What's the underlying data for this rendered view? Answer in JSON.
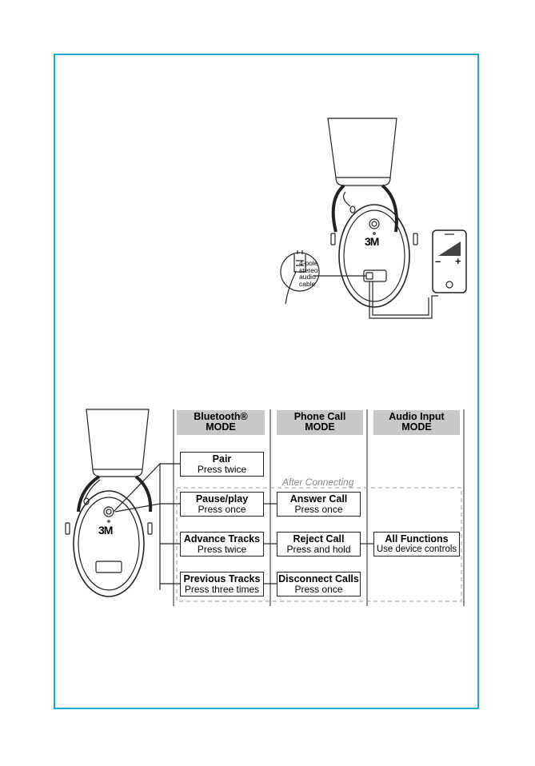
{
  "top_illustration": {
    "cable_label": [
      "4-pole",
      "stereo",
      "audio",
      "cable"
    ],
    "device_controls": {
      "minus": "–",
      "plus": "+"
    }
  },
  "modes": [
    {
      "title": "Bluetooth®",
      "subtitle": "MODE"
    },
    {
      "title": "Phone Call",
      "subtitle": "MODE"
    },
    {
      "title": "Audio Input",
      "subtitle": "MODE"
    }
  ],
  "after_connecting_label": "After Connecting",
  "bluetooth": [
    {
      "action": "Pair",
      "press": "Press twice"
    },
    {
      "action": "Pause/play",
      "press": "Press once"
    },
    {
      "action": "Advance Tracks",
      "press": "Press twice"
    },
    {
      "action": "Previous Tracks",
      "press": "Press three times"
    }
  ],
  "phone": [
    {
      "action": "Answer Call",
      "press": "Press once"
    },
    {
      "action": "Reject Call",
      "press": "Press and hold"
    },
    {
      "action": "Disconnect Calls",
      "press": "Press once"
    }
  ],
  "audio_input": [
    {
      "action": "All Functions",
      "press": "Use device controls"
    }
  ],
  "brand": "3M",
  "colors": {
    "border": "#1aa7d9",
    "header_fill": "#c8c8c8",
    "dashed": "#999999"
  }
}
